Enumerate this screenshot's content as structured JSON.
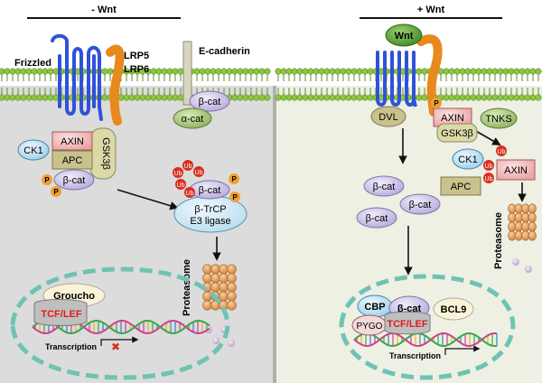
{
  "left_panel": {
    "header": "- Wnt",
    "receptor_label": "Frizzled",
    "coreceptor_labels": [
      "LRP5",
      "LRP6"
    ],
    "ecadherin": {
      "label": "E-cadherin",
      "beta": "β-cat",
      "alpha": "α-cat"
    },
    "destruction_complex": {
      "ck1": "CK1",
      "axin": "AXIN",
      "apc": "APC",
      "gsk": "GSK3β",
      "beta": "β-cat",
      "p": "P"
    },
    "trcp": {
      "line1": "β-TrCP",
      "line2": "E3 ligase",
      "beta": "β-cat",
      "ub": "Ub",
      "p": "P"
    },
    "proteasome_label": "Proteasome",
    "nucleus": {
      "groucho": "Groucho",
      "tcf": "TCF/LEF",
      "transcription": "Transcription",
      "x_mark": "✖"
    }
  },
  "right_panel": {
    "header": "+ Wnt",
    "wnt": "Wnt",
    "dvl": "DVL",
    "axin_top": "AXIN",
    "p": "P",
    "tnks": "TNKS",
    "gsk": "GSK3β",
    "ck1": "CK1",
    "apc": "APC",
    "axin_ub": "AXIN",
    "ub": "Ub",
    "proteasome_label": "Proteasome",
    "beta_cats": [
      "β-cat",
      "β-cat",
      "β-cat"
    ],
    "nucleus": {
      "cbp": "CBP",
      "beta": "β-cat",
      "bcl9": "BCL9",
      "pygo": "PYGO",
      "tcf": "TCF/LEF",
      "transcription": "Transcription"
    }
  },
  "colors": {
    "left_bg": "#dcdcdc",
    "right_bg": "#eef0e4",
    "membrane": "#8cc63f",
    "receptor": "#2f52d8",
    "lrp": "#e8891e",
    "axin": "#f2b9b9",
    "apc": "#c9c28c",
    "gsk": "#dcd9a8",
    "ck1": "#bfe3f5",
    "beta": "#cdc3e8",
    "alpha": "#a9c47a",
    "ub": "#d7301f",
    "p": "#f0a030",
    "proteasome": "#e8a35f",
    "dna_a": "#d23f8c",
    "dna_b": "#3aa54a",
    "tcf_text": "#e01b1b"
  }
}
